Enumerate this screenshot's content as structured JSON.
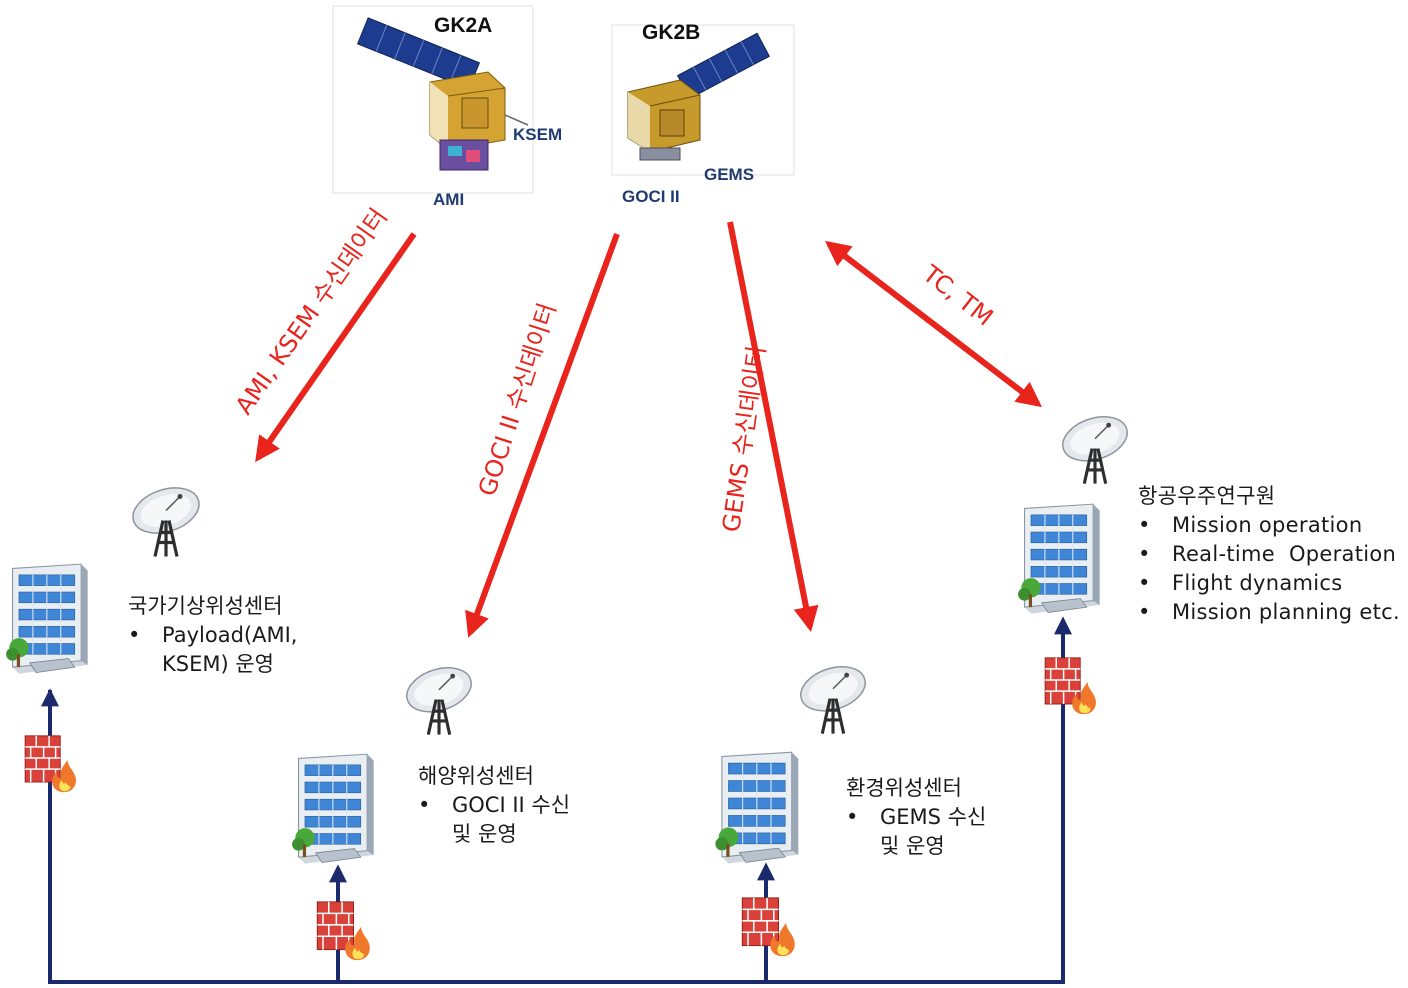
{
  "satellites": {
    "gk2a": {
      "name": "GK2A",
      "instruments": [
        "KSEM",
        "AMI"
      ]
    },
    "gk2b": {
      "name": "GK2B",
      "instruments": [
        "GEMS",
        "GOCI II"
      ]
    }
  },
  "links": [
    {
      "label": "AMI, KSEM 수신데이터",
      "direction": "downlink"
    },
    {
      "label": "GOCI II 수신데이터",
      "direction": "downlink"
    },
    {
      "label": "GEMS 수신데이터",
      "direction": "downlink"
    },
    {
      "label": "TC, TM",
      "direction": "bidirectional"
    }
  ],
  "centers": [
    {
      "name": "국가기상위성센터",
      "lines": [
        "Payload(AMI,",
        "KSEM) 운영"
      ]
    },
    {
      "name": "해양위성센터",
      "lines": [
        "GOCI II 수신",
        "및 운영"
      ]
    },
    {
      "name": "환경위성센터",
      "lines": [
        "GEMS 수신",
        "및 운영"
      ]
    },
    {
      "name": "항공우주연구원",
      "lines": [
        "Mission operation",
        "Real-time  Operation",
        "Flight dynamics",
        "Mission planning etc."
      ]
    }
  ],
  "colors": {
    "arrow": "#e8241c",
    "network": "#1a2a6c",
    "instrument": "#1f3b70"
  }
}
